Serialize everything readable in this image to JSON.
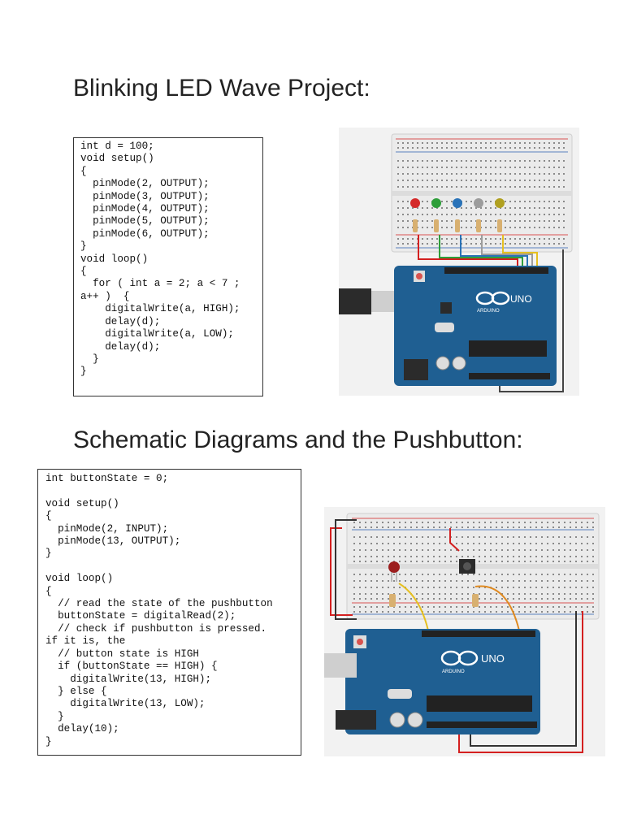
{
  "section1": {
    "heading": "Blinking LED Wave Project:",
    "code": "int d = 100;\nvoid setup()\n{\n  pinMode(2, OUTPUT);\n  pinMode(3, OUTPUT);\n  pinMode(4, OUTPUT);\n  pinMode(5, OUTPUT);\n  pinMode(6, OUTPUT);\n}\nvoid loop()\n{\n  for ( int a = 2; a < 7 ;\na++ )  {\n    digitalWrite(a, HIGH);\n    delay(d);\n    digitalWrite(a, LOW);\n    delay(d);\n  }\n}",
    "figure": {
      "board_logo": "UNO",
      "board_name": "ARDUINO",
      "led_colors": [
        "#d42a2a",
        "#2e9e3a",
        "#2a73b8",
        "#9c9c9c",
        "#b0a020"
      ]
    }
  },
  "section2": {
    "heading": "Schematic Diagrams and the Pushbutton:",
    "code": "int buttonState = 0;\n\nvoid setup()\n{\n  pinMode(2, INPUT);\n  pinMode(13, OUTPUT);\n}\n\nvoid loop()\n{\n  // read the state of the pushbutton\n  buttonState = digitalRead(2);\n  // check if pushbutton is pressed.\nif it is, the\n  // button state is HIGH\n  if (buttonState == HIGH) {\n    digitalWrite(13, HIGH);\n  } else {\n    digitalWrite(13, LOW);\n  }\n  delay(10);\n}",
    "figure": {
      "board_logo": "UNO",
      "board_name": "ARDUINO",
      "led_colors": [
        "#9c1e1e"
      ]
    }
  },
  "colors": {
    "board": "#1f5f92",
    "breadboard": "#ebebeb",
    "wire_red": "#d42020",
    "wire_black": "#333333",
    "wire_yellow": "#e6c020",
    "wire_orange": "#e08a20"
  }
}
